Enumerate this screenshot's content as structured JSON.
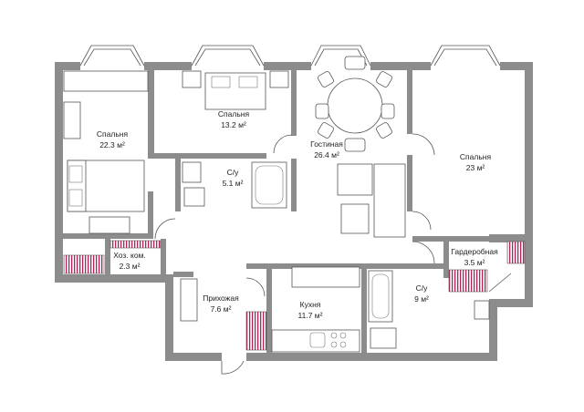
{
  "rooms": [
    {
      "id": "bedroom-1",
      "name": "Спальня",
      "area": "22.3 м²"
    },
    {
      "id": "bedroom-2",
      "name": "Спальня",
      "area": "13.2 м²"
    },
    {
      "id": "living-room",
      "name": "Гостиная",
      "area": "26.4 м²"
    },
    {
      "id": "bedroom-3",
      "name": "Спальня",
      "area": "23 м²"
    },
    {
      "id": "bathroom-1",
      "name": "С/у",
      "area": "5.1 м²"
    },
    {
      "id": "storage",
      "name": "Хоз. ком.",
      "area": "2.3 м²"
    },
    {
      "id": "wardrobe",
      "name": "Гардеробная",
      "area": "3.5 м²"
    },
    {
      "id": "hallway",
      "name": "Прихожая",
      "area": "7.6 м²"
    },
    {
      "id": "kitchen",
      "name": "Кухня",
      "area": "11.7 м²"
    },
    {
      "id": "bathroom-2",
      "name": "С/у",
      "area": "9 м²"
    }
  ],
  "colors": {
    "wall": "#8c8c8c",
    "line": "#555555",
    "accent_stripes": "#b0245a",
    "background": "#ffffff"
  }
}
